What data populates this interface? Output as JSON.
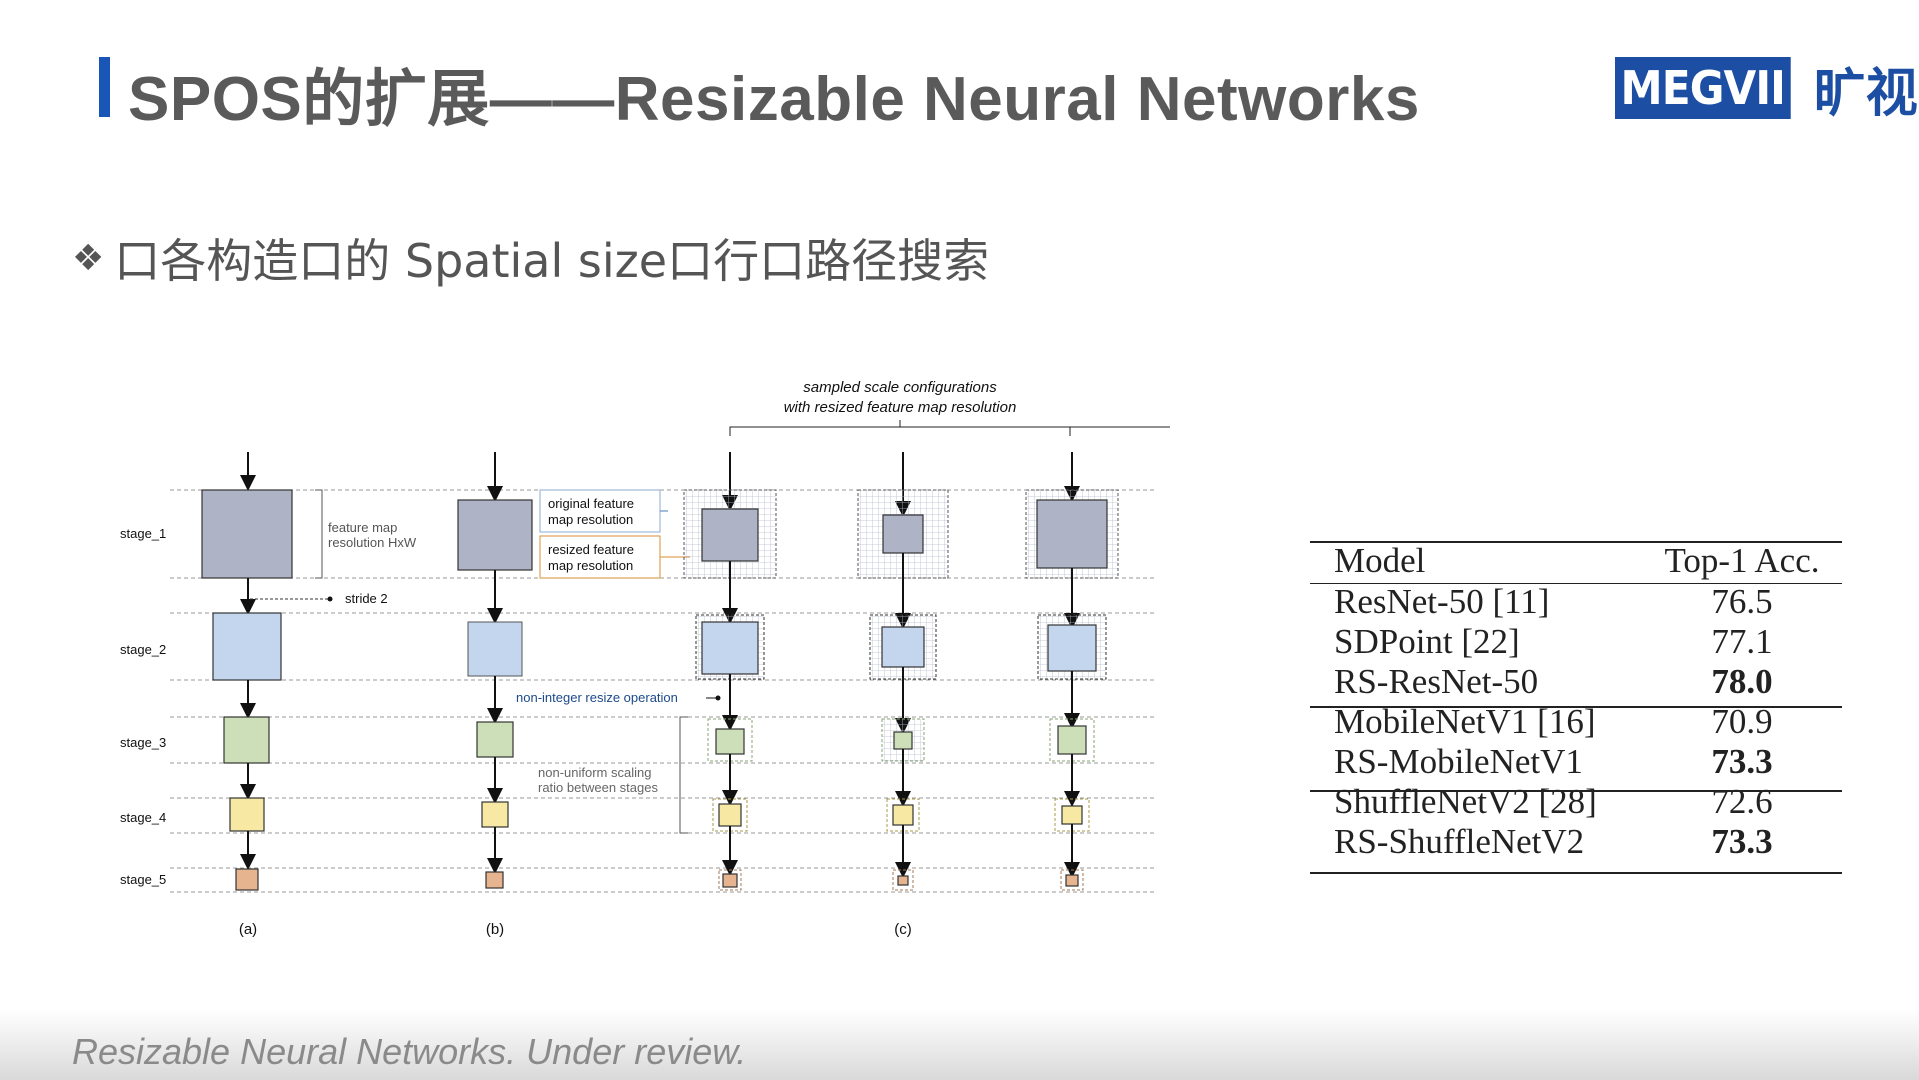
{
  "header": {
    "title": "SPOS的扩展——Resizable Neural Networks",
    "logo_text": "MEGVII",
    "logo_cn": "旷视",
    "accent_color": "#1a56b8"
  },
  "bullet": {
    "icon": "diamond-bullet-icon",
    "text": "口各构造口的 Spatial size口行口路径搜索"
  },
  "diagram": {
    "top_annotation_line1": "sampled scale configurations",
    "top_annotation_line2": "with resized feature map resolution",
    "stages": [
      "stage_1",
      "stage_2",
      "stage_3",
      "stage_4",
      "stage_5"
    ],
    "feature_map_line1": "feature map",
    "feature_map_line2": "resolution HxW",
    "stride_label": "stride 2",
    "original_legend_line1": "original feature",
    "original_legend_line2": "map resolution",
    "resized_legend_line1": "resized feature",
    "resized_legend_line2": "map resolution",
    "nonint_label": "non-integer resize operation",
    "nonuniform_line1": "non-uniform scaling",
    "nonuniform_line2": "ratio between stages",
    "panel_labels": [
      "(a)",
      "(b)",
      "(c)"
    ],
    "stage_colors": [
      "#aeb3c6",
      "#c3d6ee",
      "#cddfb8",
      "#f7e8a4",
      "#e6b48e"
    ]
  },
  "table": {
    "header_model": "Model",
    "header_acc": "Top-1 Acc.",
    "groups": [
      [
        {
          "model": "ResNet-50 [11]",
          "acc": "76.5",
          "bold": false
        },
        {
          "model": "SDPoint [22]",
          "acc": "77.1",
          "bold": false
        },
        {
          "model": "RS-ResNet-50",
          "acc": "78.0",
          "bold": true
        }
      ],
      [
        {
          "model": "MobileNetV1 [16]",
          "acc": "70.9",
          "bold": false
        },
        {
          "model": "RS-MobileNetV1",
          "acc": "73.3",
          "bold": true
        }
      ],
      [
        {
          "model": "ShuffleNetV2 [28]",
          "acc": "72.6",
          "bold": false
        },
        {
          "model": "RS-ShuffleNetV2",
          "acc": "73.3",
          "bold": true
        }
      ]
    ]
  },
  "footer": {
    "citation": "Resizable Neural Networks. Under review."
  }
}
